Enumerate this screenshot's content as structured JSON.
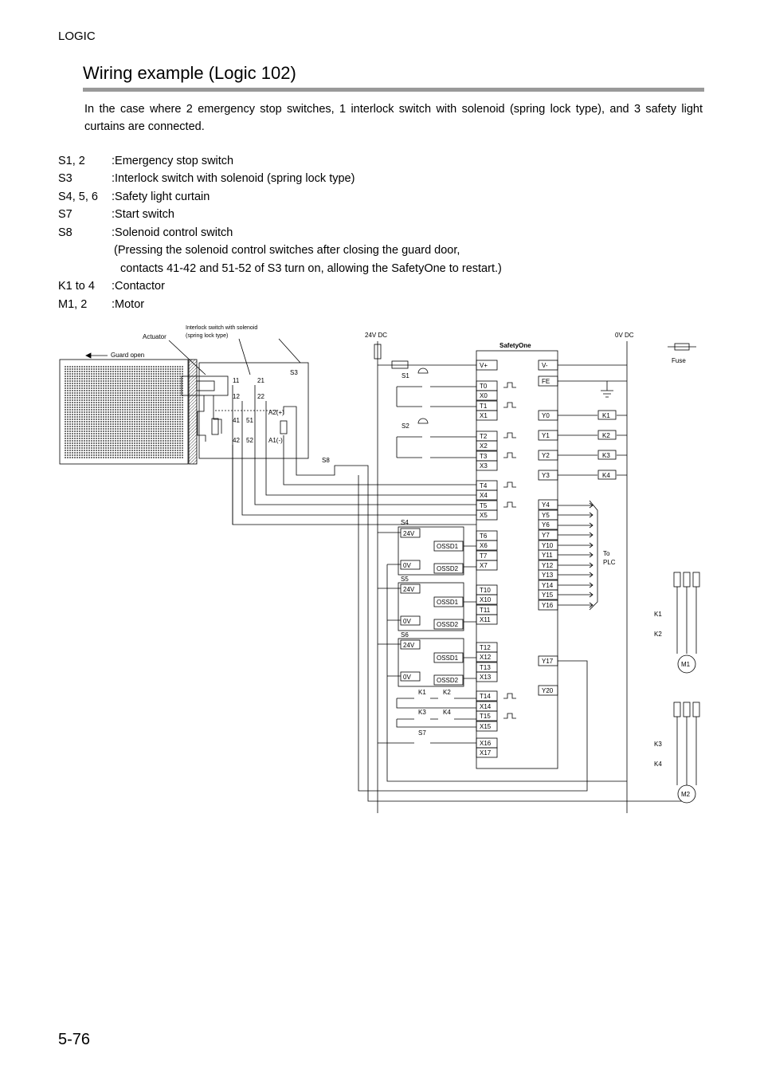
{
  "header": {
    "section": "LOGIC",
    "page_number": "5-76"
  },
  "title": "Wiring example (Logic 102)",
  "intro": "In the case where 2 emergency stop switches, 1 interlock switch with solenoid (spring lock type), and 3 safety light curtains are connected.",
  "legend": [
    {
      "key": "S1, 2",
      "value": ":Emergency stop switch"
    },
    {
      "key": "S3",
      "value": ":Interlock switch with solenoid (spring lock type)"
    },
    {
      "key": "S4, 5, 6",
      "value": ":Safety light curtain"
    },
    {
      "key": "S7",
      "value": ":Start switch"
    },
    {
      "key": "S8",
      "value": ":Solenoid control switch"
    },
    {
      "key": "",
      "value": "(Pressing the solenoid control switches after closing the guard door,"
    },
    {
      "key": "",
      "value": "  contacts 41-42 and 51-52 of S3 turn on, allowing the SafetyOne to restart.)"
    },
    {
      "key": "K1 to 4",
      "value": ":Contactor"
    },
    {
      "key": "M1, 2",
      "value": ":Motor"
    }
  ],
  "diagram": {
    "actuator": "Actuator",
    "interlock_label_1": "Interlock switch with solenoid",
    "interlock_label_2": "(spring lock type)",
    "guard_open": "Guard open",
    "s3": "S3",
    "contacts": [
      "11",
      "21",
      "12",
      "22",
      "41",
      "51",
      "42",
      "52"
    ],
    "a2": "A2(+)",
    "a1": "A1(-)",
    "s8": "S8",
    "v24": "24V DC",
    "v0": "0V DC",
    "fuse": "Fuse",
    "safetyone": "SafetyOne",
    "s1": "S1",
    "s2": "S2",
    "s4": "S4",
    "s5": "S5",
    "s6": "S6",
    "s7": "S7",
    "left_terminals": [
      "V+",
      "T0",
      "X0",
      "T1",
      "X1",
      "T2",
      "X2",
      "T3",
      "X3",
      "T4",
      "X4",
      "T5",
      "X5",
      "T6",
      "X6",
      "T7",
      "X7",
      "T10",
      "X10",
      "T11",
      "X11",
      "T12",
      "X12",
      "T13",
      "X13",
      "T14",
      "X14",
      "T15",
      "X15",
      "X16",
      "X17"
    ],
    "right_terminals": [
      "V-",
      "FE",
      "Y0",
      "Y1",
      "Y2",
      "Y3",
      "Y4",
      "Y5",
      "Y6",
      "Y7",
      "Y10",
      "Y11",
      "Y12",
      "Y13",
      "Y14",
      "Y15",
      "Y16",
      "Y17",
      "Y20"
    ],
    "contactors": [
      "K1",
      "K2",
      "K3",
      "K4"
    ],
    "curtain_24v": "24V",
    "curtain_0v": "0V",
    "ossd1": "OSSD1",
    "ossd2": "OSSD2",
    "to_plc_1": "To",
    "to_plc_2": "PLC",
    "m1": "M1",
    "m2": "M2"
  }
}
